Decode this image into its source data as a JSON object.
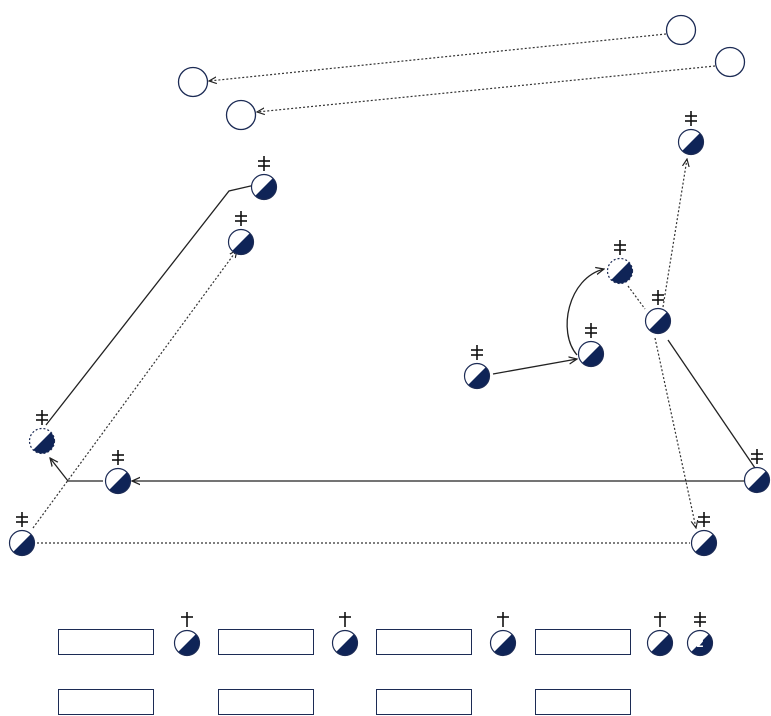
{
  "colors": {
    "ink": "#1c2b55",
    "fill": "#0f2457",
    "line": "#222222",
    "background": "#ffffff"
  },
  "legend": {
    "symbols": [
      "cross",
      "cross",
      "cross",
      "cross",
      "double-cross"
    ],
    "marker_letter": "z",
    "inputs_row_1": [
      "",
      "",
      "",
      ""
    ],
    "inputs_row_2": [
      "",
      "",
      "",
      ""
    ]
  }
}
